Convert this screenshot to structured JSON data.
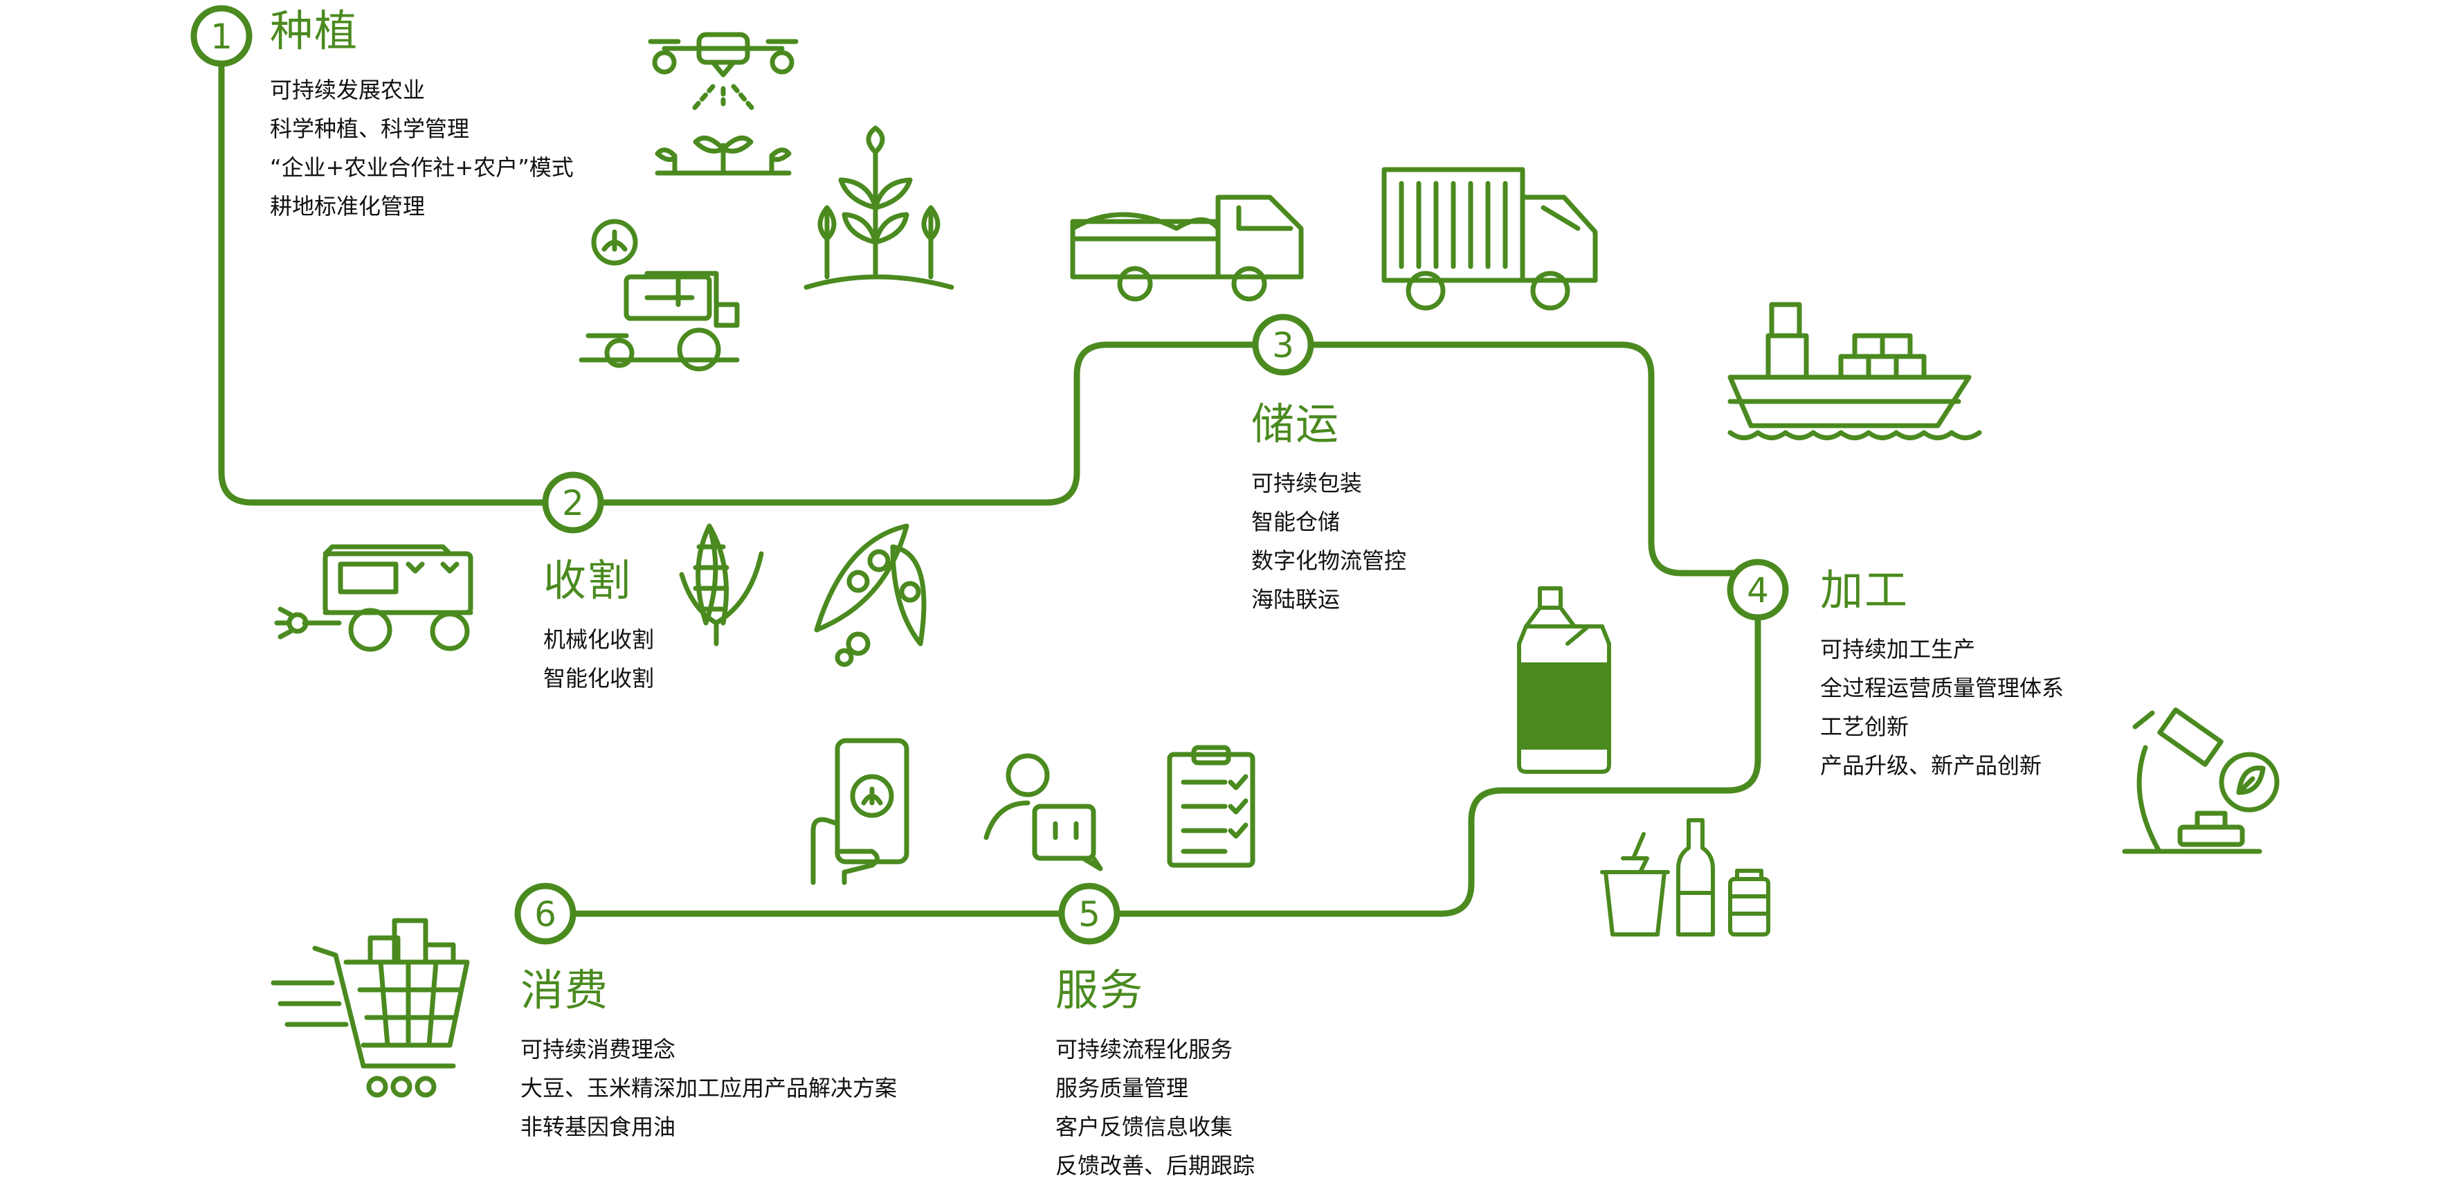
{
  "colors": {
    "accent": "#4a8a1f",
    "text": "#111111",
    "background": "#ffffff"
  },
  "stages": [
    {
      "number": "1",
      "title": "种植",
      "items": [
        "可持续发展农业",
        "科学种植、科学管理",
        "“企业+农业合作社+农户”模式",
        "耕地标准化管理"
      ],
      "icons": [
        "drone-icon",
        "plant-sprouts-icon",
        "tractor-icon"
      ]
    },
    {
      "number": "2",
      "title": "收割",
      "items": [
        "机械化收割",
        "智能化收割"
      ],
      "icons": [
        "harvester-icon",
        "corn-icon",
        "soybean-pod-icon"
      ]
    },
    {
      "number": "3",
      "title": "储运",
      "items": [
        "可持续包装",
        "智能仓储",
        "数字化物流管控",
        "海陆联运"
      ],
      "icons": [
        "loaded-truck-icon",
        "container-truck-icon",
        "cargo-ship-icon"
      ]
    },
    {
      "number": "4",
      "title": "加工",
      "items": [
        "可持续加工生产",
        "全过程运营质量管理体系",
        "工艺创新",
        "产品升级、新产品创新"
      ],
      "icons": [
        "oil-bottle-icon",
        "microscope-icon",
        "drinks-icon"
      ]
    },
    {
      "number": "5",
      "title": "服务",
      "items": [
        "可持续流程化服务",
        "服务质量管理",
        "客户反馈信息收集",
        "反馈改善、后期跟踪"
      ],
      "icons": [
        "phone-app-icon",
        "customer-chat-icon",
        "clipboard-checklist-icon"
      ]
    },
    {
      "number": "6",
      "title": "消费",
      "items": [
        "可持续消费理念",
        "大豆、玉米精深加工应用产品解决方案",
        "非转基因食用油"
      ],
      "icons": [
        "shopping-cart-icon"
      ]
    }
  ]
}
